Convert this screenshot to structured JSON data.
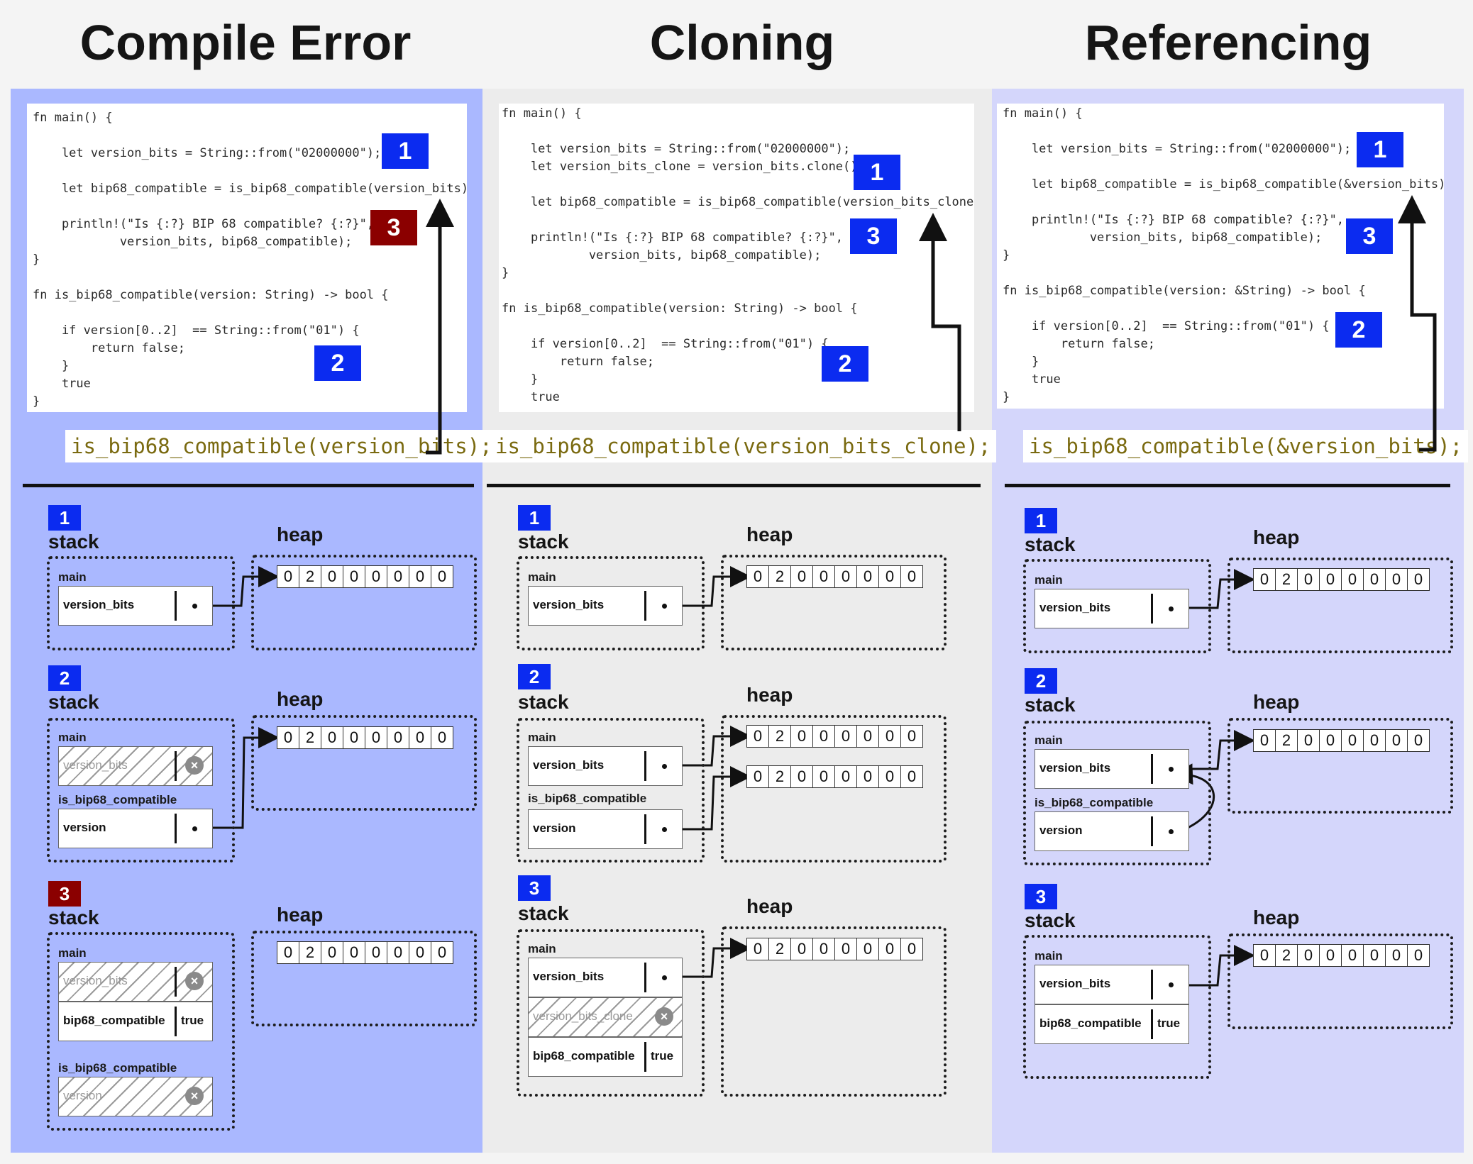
{
  "titles": [
    "Compile Error",
    "Cloning",
    "Referencing"
  ],
  "colors": {
    "col1_bg": "#aab8ff",
    "col2_bg": "#ececec",
    "col3_bg": "#d4d6fb",
    "badge_blue": "#0b2bf0",
    "badge_red": "#8b0000"
  },
  "code": {
    "col1": {
      "l1": "fn main() {",
      "l2": "    let version_bits = String::from(\"02000000\");",
      "l3": "    let bip68_compatible = is_bip68_compatible(version_bits);",
      "l4": "    println!(\"Is {:?} BIP 68 compatible? {:?}\",",
      "l5": "            version_bits, bip68_compatible);",
      "l6": "}",
      "l7": "fn is_bip68_compatible(version: String) -> bool {",
      "l8": "    if version[0..2]  == String::from(\"01\") {",
      "l9": "        return false;",
      "l10": "    }",
      "l11": "    true",
      "l12": "}",
      "call": "is_bip68_compatible(version_bits);"
    },
    "col2": {
      "l1": "fn main() {",
      "l2": "    let version_bits = String::from(\"02000000\");",
      "l2b": "    let version_bits_clone = version_bits.clone();",
      "l3": "    let bip68_compatible = is_bip68_compatible(version_bits_clone);",
      "l4": "    println!(\"Is {:?} BIP 68 compatible? {:?}\",",
      "l5": "            version_bits, bip68_compatible);",
      "l6": "}",
      "l7": "fn is_bip68_compatible(version: String) -> bool {",
      "l8": "    if version[0..2]  == String::from(\"01\") {",
      "l9": "        return false;",
      "l10": "    }",
      "l11": "    true",
      "call": "is_bip68_compatible(version_bits_clone);"
    },
    "col3": {
      "l1": "fn main() {",
      "l2": "    let version_bits = String::from(\"02000000\");",
      "l3": "    let bip68_compatible = is_bip68_compatible(&version_bits);",
      "l4": "    println!(\"Is {:?} BIP 68 compatible? {:?}\",",
      "l5": "            version_bits, bip68_compatible);",
      "l6": "}",
      "l7": "fn is_bip68_compatible(version: &String) -> bool {",
      "l8": "    if version[0..2]  == String::from(\"01\") {",
      "l9": "        return false;",
      "l10": "    }",
      "l11": "    true",
      "l12": "}",
      "call": "is_bip68_compatible(&version_bits);"
    }
  },
  "badges": {
    "b1": "1",
    "b2": "2",
    "b3": "3"
  },
  "labels": {
    "stack": "stack",
    "heap": "heap",
    "main": "main",
    "fn_frame": "is_bip68_compatible"
  },
  "vars": {
    "version_bits": "version_bits",
    "version": "version",
    "version_bits_clone": "version_bits_clone",
    "bip68_compatible": "bip68_compatible",
    "true_val": "true"
  },
  "heap_bytes": [
    "0",
    "2",
    "0",
    "0",
    "0",
    "0",
    "0",
    "0"
  ]
}
